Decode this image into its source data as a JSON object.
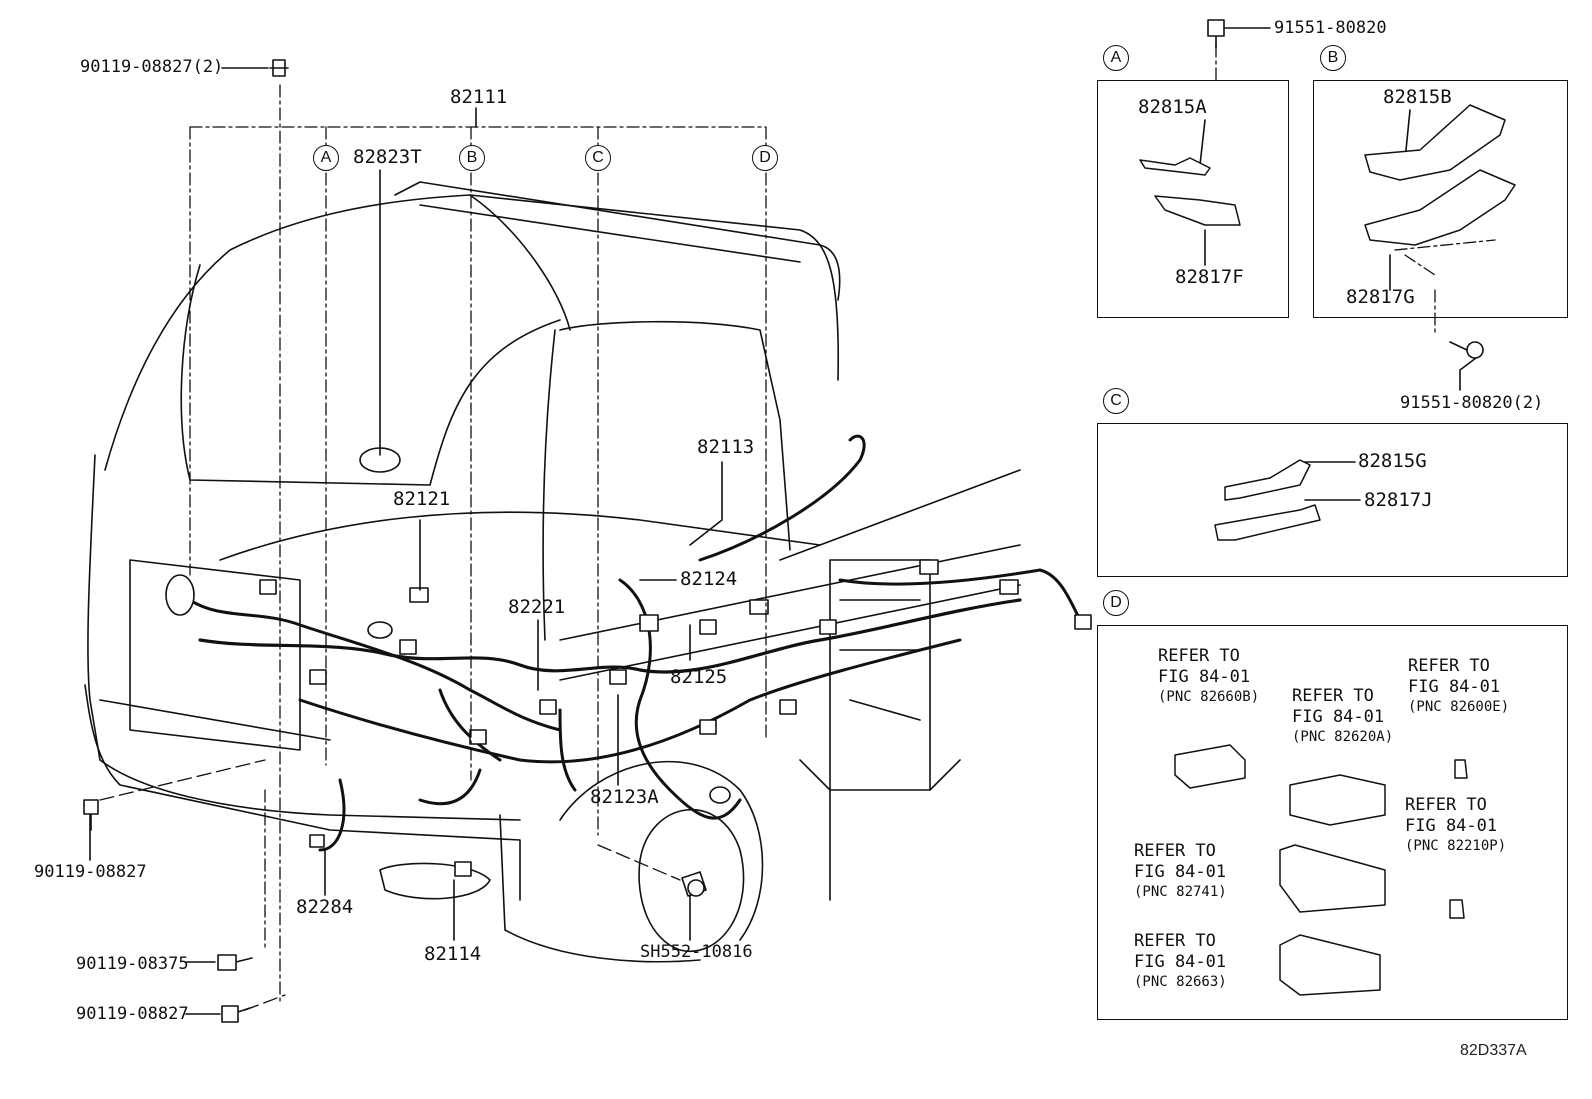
{
  "callouts": {
    "c_82111": "82111",
    "c_82823T": "82823T",
    "c_82121": "82121",
    "c_82113": "82113",
    "c_82124": "82124",
    "c_82221": "82221",
    "c_82125": "82125",
    "c_82123A": "82123A",
    "c_82284": "82284",
    "c_82114": "82114",
    "c_sh552": "SH552-10816",
    "c_90119_08827_2": "90119-08827(2)",
    "c_90119_08827_a": "90119-08827",
    "c_90119_08375": "90119-08375",
    "c_90119_08827_b": "90119-08827",
    "c_91551_80820": "91551-80820",
    "c_91551_80820_2": "91551-80820(2)"
  },
  "circle_markers": {
    "A": "A",
    "B": "B",
    "C": "C",
    "D": "D"
  },
  "detail_A": {
    "p1": "82815A",
    "p2": "82817F"
  },
  "detail_B": {
    "p1": "82815B",
    "p2": "82817G"
  },
  "detail_C": {
    "p1": "82815G",
    "p2": "82817J"
  },
  "detail_D": {
    "refs": [
      {
        "line1": "REFER TO",
        "line2": "FIG 84-01",
        "line3": "(PNC 82660B)"
      },
      {
        "line1": "REFER TO",
        "line2": "FIG 84-01",
        "line3": "(PNC 82620A)"
      },
      {
        "line1": "REFER TO",
        "line2": "FIG 84-01",
        "line3": "(PNC 82600E)"
      },
      {
        "line1": "REFER TO",
        "line2": "FIG 84-01",
        "line3": "(PNC 82210P)"
      },
      {
        "line1": "REFER TO",
        "line2": "FIG 84-01",
        "line3": "(PNC 82741)"
      },
      {
        "line1": "REFER TO",
        "line2": "FIG 84-01",
        "line3": "(PNC 82663)"
      }
    ]
  },
  "figure_code": "82D337A"
}
